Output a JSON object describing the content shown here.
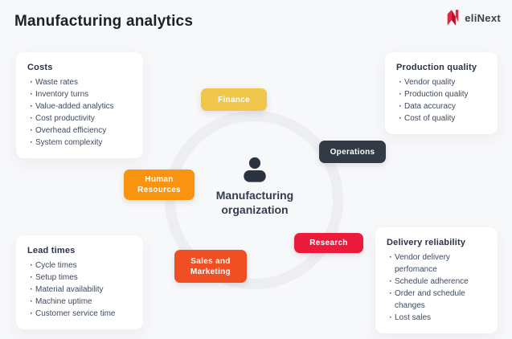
{
  "page": {
    "title": "Manufacturing  analytics"
  },
  "logo": {
    "brand": "eliNext",
    "icon": "elinext-n-logo",
    "accent_color": "#e8213d",
    "text_color": "#3a404c"
  },
  "colors": {
    "background": "#f7f8fa",
    "ring": "#edeef2",
    "finance": "#f0c64d",
    "operations": "#323a46",
    "human_resources": "#fa9410",
    "research": "#ec1a3b",
    "sales_marketing": "#f04e23",
    "card_bg": "#ffffff",
    "heading": "#1d2026",
    "center_text": "#333d4e"
  },
  "diagram": {
    "center": {
      "icon": "person-icon",
      "label": "Manufacturing organization"
    },
    "badges": [
      {
        "id": "finance",
        "label": "Finance"
      },
      {
        "id": "operations",
        "label": "Operations"
      },
      {
        "id": "human-resources",
        "label": "Human Resources"
      },
      {
        "id": "research",
        "label": "Research"
      },
      {
        "id": "sales-marketing",
        "label": "Sales and Marketing"
      }
    ],
    "cards": [
      {
        "id": "costs",
        "title": "Costs",
        "items": [
          "Waste rates",
          "Inventory turns",
          "Value-added analytics",
          "Cost productivity",
          "Overhead efficiency",
          "System complexity"
        ]
      },
      {
        "id": "production-quality",
        "title": "Production quality",
        "items": [
          "Vendor quality",
          "Production quality",
          "Data accuracy",
          "Cost of quality"
        ]
      },
      {
        "id": "lead-times",
        "title": "Lead times",
        "items": [
          "Cycle times",
          "Setup times",
          "Material availability",
          "Machine uptime",
          "Customer service time"
        ]
      },
      {
        "id": "delivery-reliability",
        "title": "Delivery reliability",
        "items": [
          "Vendor delivery perfomance",
          "Schedule adherence",
          "Order and schedule changes",
          "Lost sales"
        ]
      }
    ]
  }
}
